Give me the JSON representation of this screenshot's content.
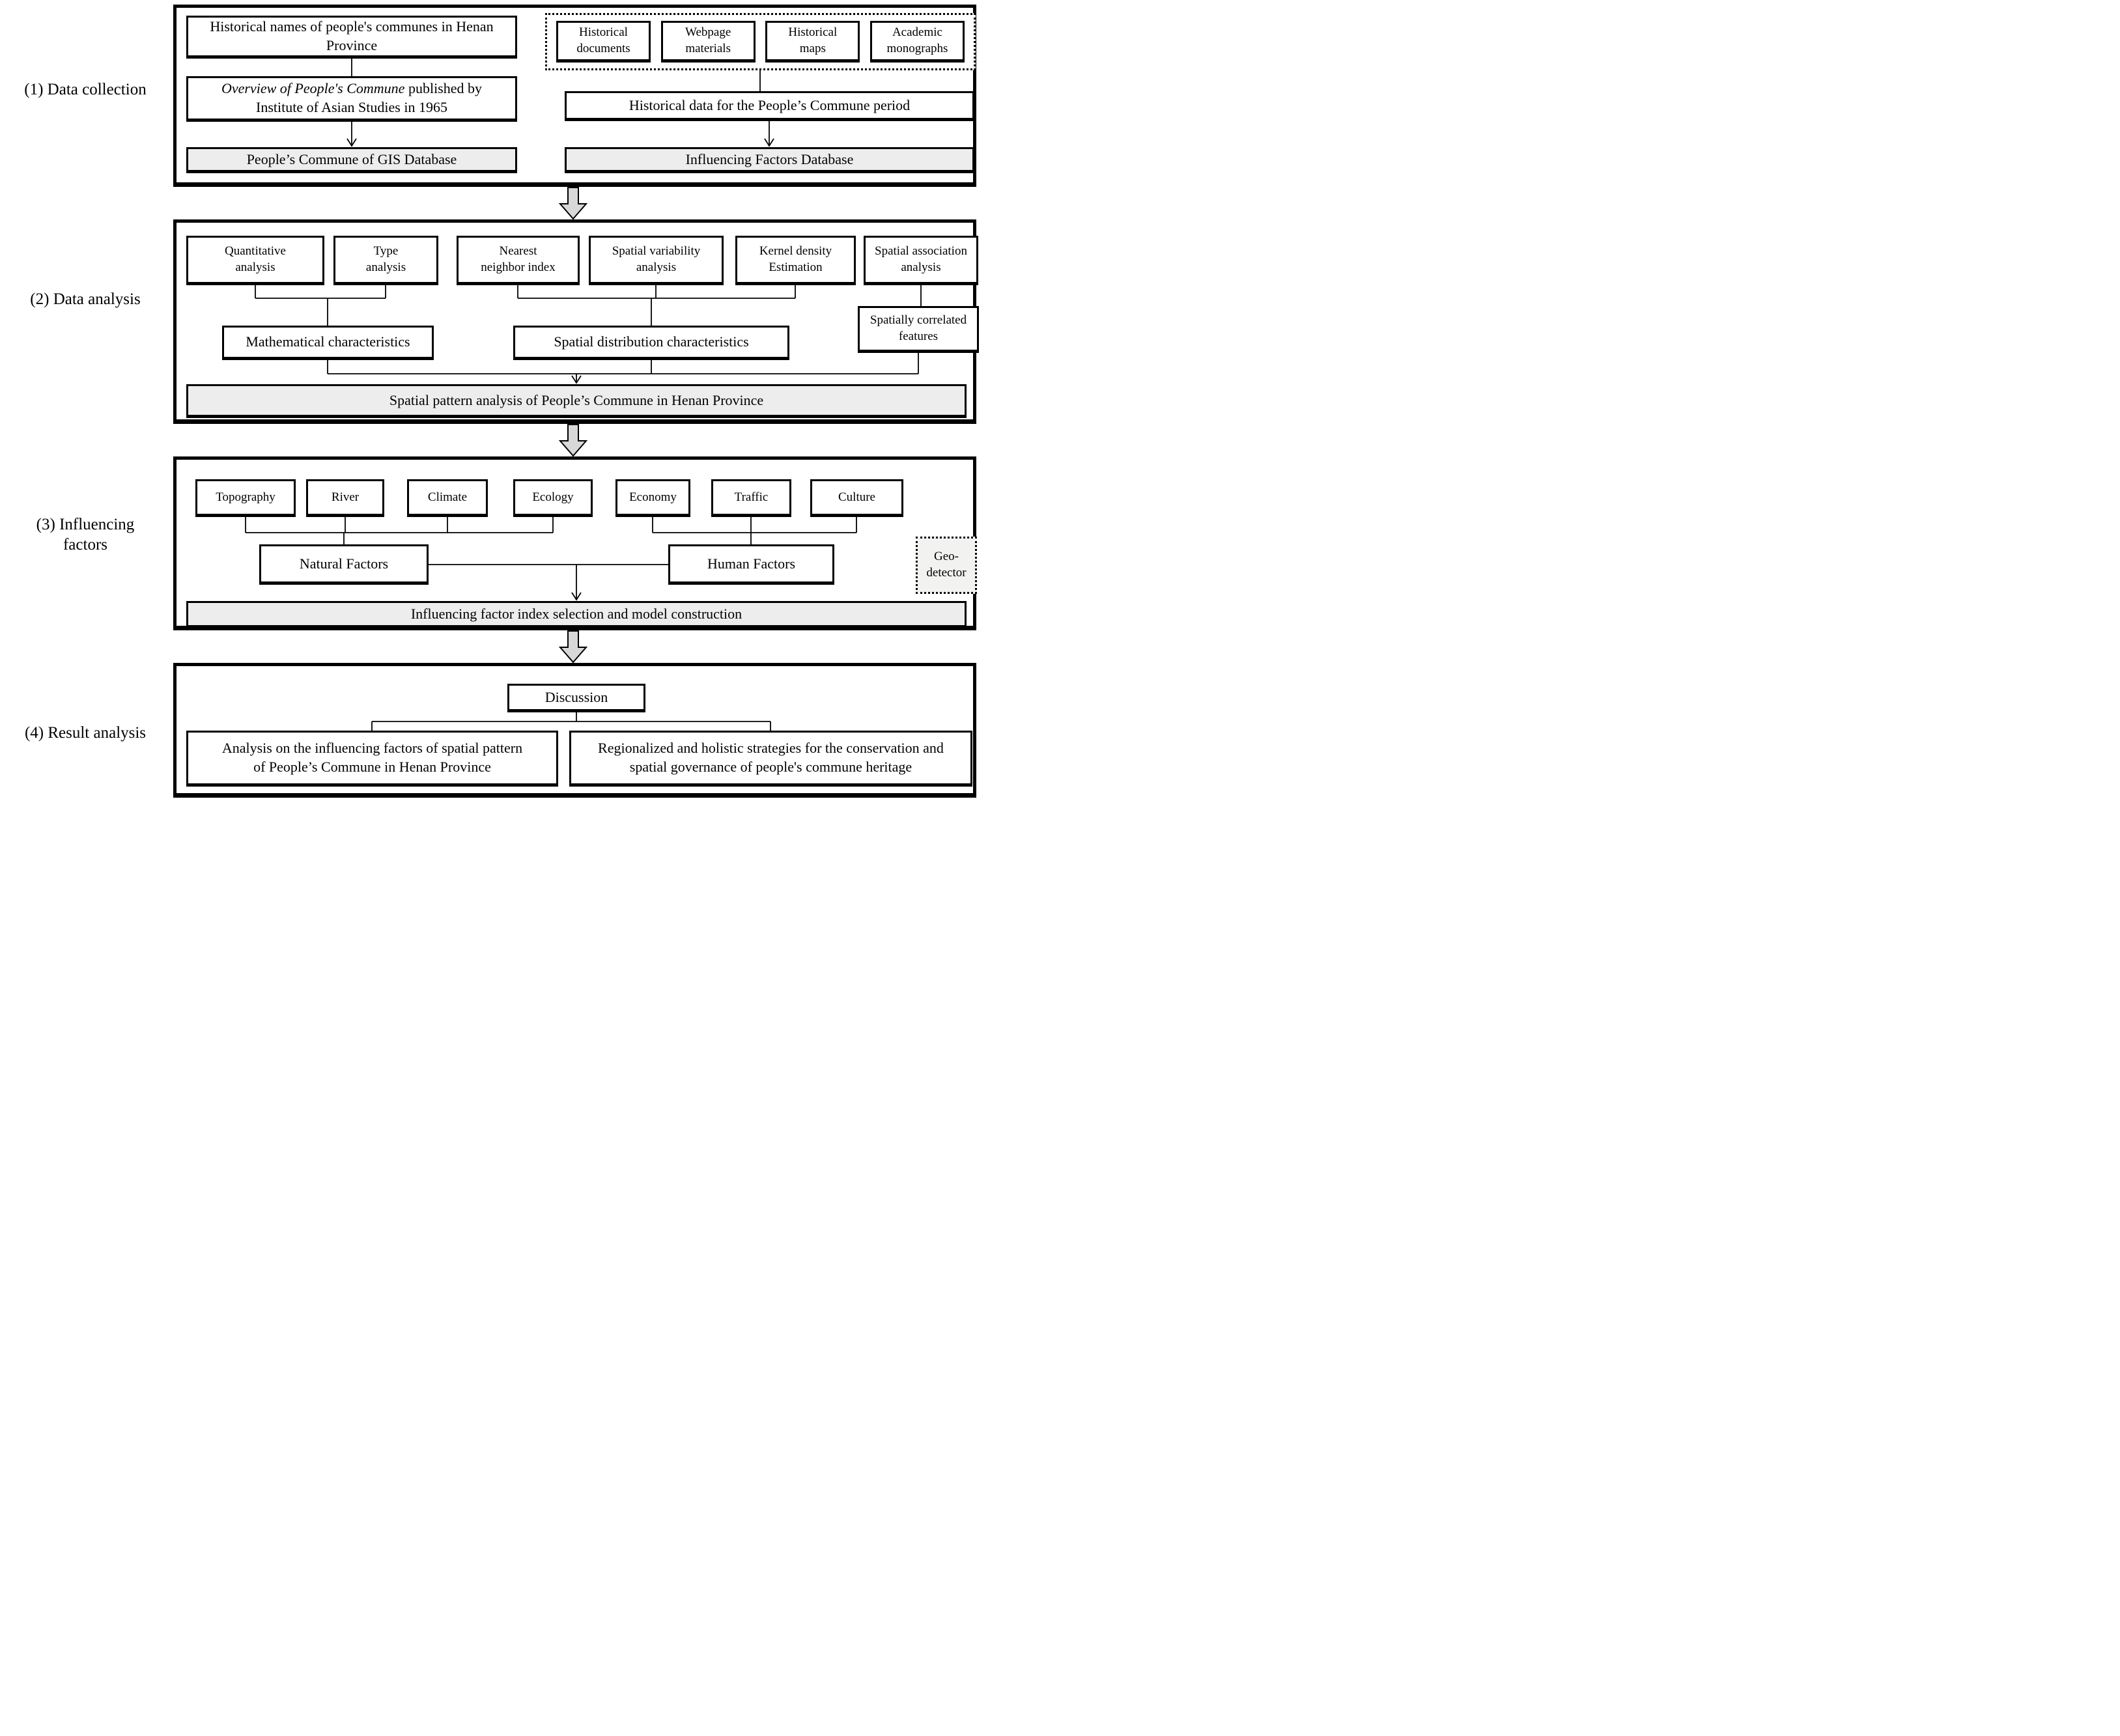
{
  "labels": {
    "s1": "(1) Data collection",
    "s2": "(2) Data analysis",
    "s3": "(3) Influencing\nfactors",
    "s4": "(4) Result analysis"
  },
  "colors": {
    "shaded_box": "#ededed",
    "flow_arrow_fill": "#d8d8d8",
    "line": "#000000"
  },
  "data_collection": {
    "names_box": "Historical names of people's communes in Henan\nProvince",
    "overview_italic": "Overview of People's Commune",
    "overview_rest": " published by\nInstitute of Asian Studies in 1965",
    "gis_db": "People’s Commune of GIS Database",
    "sources": [
      "Historical\ndocuments",
      "Webpage\nmaterials",
      "Historical\nmaps",
      "Academic\nmonographs"
    ],
    "historical_data": "Historical data for the People’s Commune period",
    "factors_db": "Influencing Factors Database"
  },
  "data_analysis": {
    "methods": [
      "Quantitative\nanalysis",
      "Type\nanalysis",
      "Nearest\nneighbor index",
      "Spatial variability\nanalysis",
      "Kernel density\nEstimation",
      "Spatial association\nanalysis"
    ],
    "mathematical": "Mathematical characteristics",
    "spatial_distribution": "Spatial distribution characteristics",
    "spatially_correlated": "Spatially correlated\nfeatures",
    "result": "Spatial pattern analysis of People’s Commune in Henan Province"
  },
  "influencing_factors": {
    "natural_items": [
      "Topography",
      "River",
      "Climate",
      "Ecology"
    ],
    "human_items": [
      "Economy",
      "Traffic",
      "Culture"
    ],
    "natural": "Natural Factors",
    "human": "Human Factors",
    "geo_detector": "Geo-\ndetector",
    "result": "Influencing factor index selection and model construction"
  },
  "result_analysis": {
    "discussion": "Discussion",
    "analysis_box": "Analysis on the influencing factors of spatial pattern\nof People’s Commune in Henan Province",
    "strategies_box": "Regionalized and holistic strategies for the conservation and\nspatial governance of people's commune heritage"
  }
}
